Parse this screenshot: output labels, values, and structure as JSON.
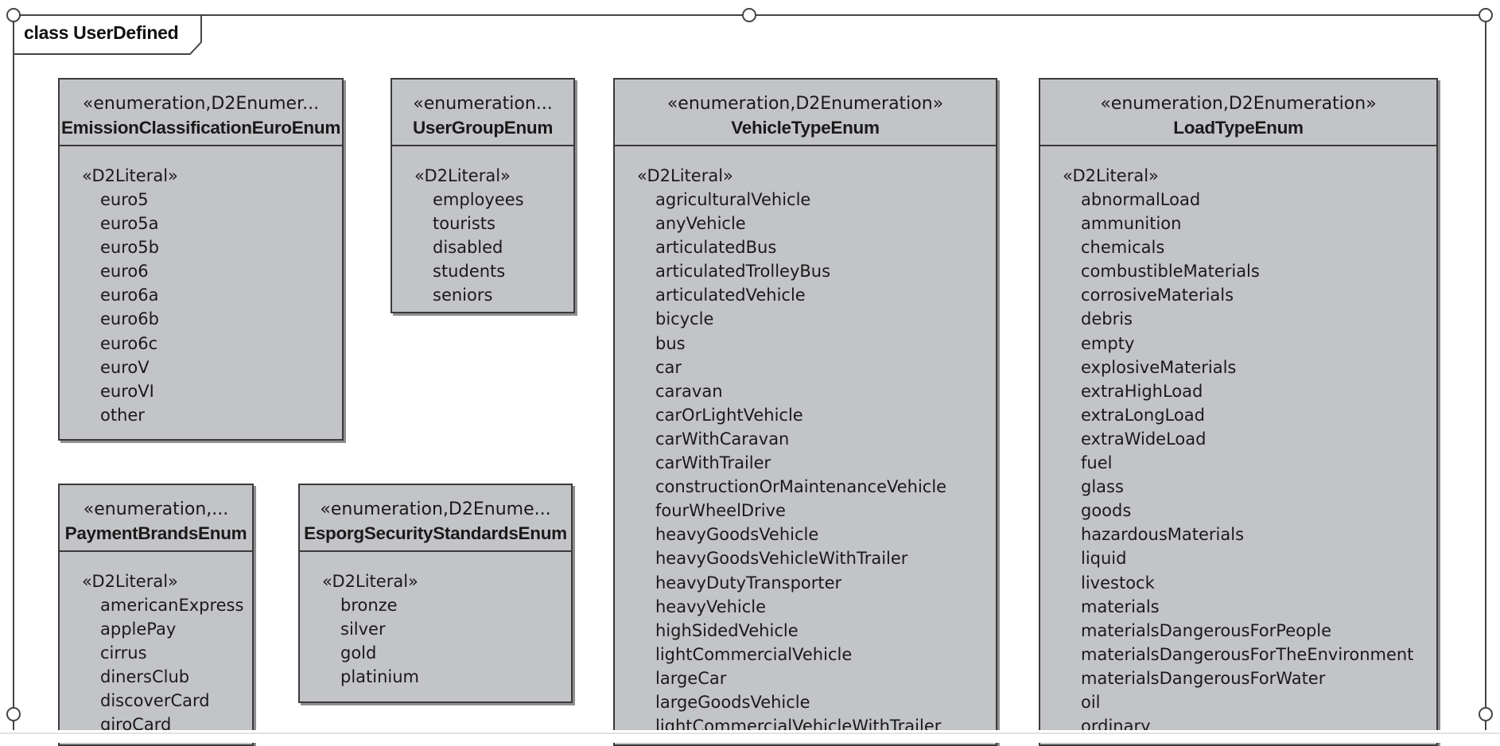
{
  "frame": {
    "title": "class UserDefined"
  },
  "classes": {
    "emission": {
      "stereotype": "«enumeration,D2Enumer...",
      "name": "EmissionClassificationEuroEnum",
      "literal_stereotype": "«D2Literal»",
      "literals": [
        "euro5",
        "euro5a",
        "euro5b",
        "euro6",
        "euro6a",
        "euro6b",
        "euro6c",
        "euroV",
        "euroVI",
        "other"
      ]
    },
    "usergroup": {
      "stereotype": "«enumeration...",
      "name": "UserGroupEnum",
      "literal_stereotype": "«D2Literal»",
      "literals": [
        "employees",
        "tourists",
        "disabled",
        "students",
        "seniors"
      ]
    },
    "vehicletype": {
      "stereotype": "«enumeration,D2Enumeration»",
      "name": "VehicleTypeEnum",
      "literal_stereotype": "«D2Literal»",
      "literals": [
        "agriculturalVehicle",
        "anyVehicle",
        "articulatedBus",
        "articulatedTrolleyBus",
        "articulatedVehicle",
        "bicycle",
        "bus",
        "car",
        "caravan",
        "carOrLightVehicle",
        "carWithCaravan",
        "carWithTrailer",
        "constructionOrMaintenanceVehicle",
        "fourWheelDrive",
        "heavyGoodsVehicle",
        "heavyGoodsVehicleWithTrailer",
        "heavyDutyTransporter",
        "heavyVehicle",
        "highSidedVehicle",
        "lightCommercialVehicle",
        "largeCar",
        "largeGoodsVehicle",
        "lightCommercialVehicleWithTrailer"
      ]
    },
    "loadtype": {
      "stereotype": "«enumeration,D2Enumeration»",
      "name": "LoadTypeEnum",
      "literal_stereotype": "«D2Literal»",
      "literals": [
        "abnormalLoad",
        "ammunition",
        "chemicals",
        "combustibleMaterials",
        "corrosiveMaterials",
        "debris",
        "empty",
        "explosiveMaterials",
        "extraHighLoad",
        "extraLongLoad",
        "extraWideLoad",
        "fuel",
        "glass",
        "goods",
        "hazardousMaterials",
        "liquid",
        "livestock",
        "materials",
        "materialsDangerousForPeople",
        "materialsDangerousForTheEnvironment",
        "materialsDangerousForWater",
        "oil",
        "ordinary"
      ]
    },
    "payment": {
      "stereotype": "«enumeration,...",
      "name": "PaymentBrandsEnum",
      "literal_stereotype": "«D2Literal»",
      "literals": [
        "americanExpress",
        "applePay",
        "cirrus",
        "dinersClub",
        "discoverCard",
        "giroCard"
      ]
    },
    "esporg": {
      "stereotype": "«enumeration,D2Enume...",
      "name": "EsporgSecurityStandardsEnum",
      "literal_stereotype": "«D2Literal»",
      "literals": [
        "bronze",
        "silver",
        "gold",
        "platinium"
      ]
    }
  }
}
